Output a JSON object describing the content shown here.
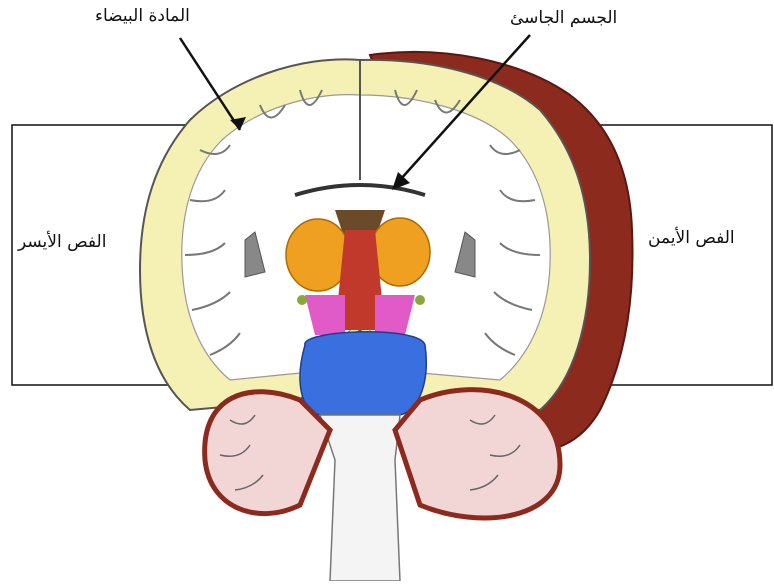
{
  "labels": {
    "white_matter": "المادة البيضاء",
    "corpus_callosum": "الجسم الجاسئ",
    "left_lobe": "الفص الأيسر",
    "right_lobe": "الفص الأيمن"
  },
  "colors": {
    "cortex": "#f5f0b4",
    "white_matter": "#ffffff",
    "outer_surface": "#8c2a1e",
    "thalamus": "#f0a020",
    "pons": "#3a6fe0",
    "midbrain": "#e05ac8",
    "brainstem_center": "#c0392b",
    "ventricles": "#888888",
    "cerebellum_white": "#f2d6d6",
    "cerebellum_outer": "#8c2a1e"
  }
}
